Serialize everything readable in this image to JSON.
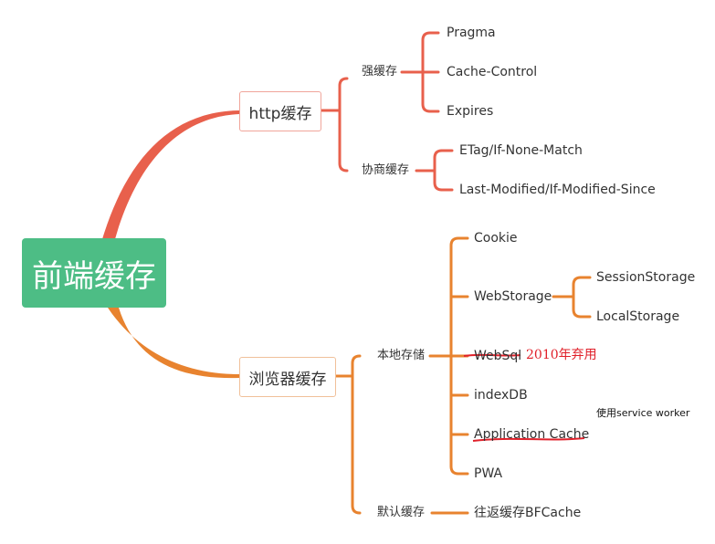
{
  "root": {
    "label": "前端缓存"
  },
  "branches": {
    "http": {
      "label": "http缓存",
      "color": "#e8604c",
      "strong": {
        "label": "强缓存",
        "items": [
          "Pragma",
          "Cache-Control",
          "Expires"
        ]
      },
      "negotiate": {
        "label": "协商缓存",
        "items": [
          "ETag/If-None-Match",
          "Last-Modified/If-Modified-Since"
        ]
      }
    },
    "browser": {
      "label": "浏览器缓存",
      "color": "#e8832f",
      "local": {
        "label": "本地存储",
        "items": {
          "cookie": "Cookie",
          "webstorage": "WebStorage",
          "websql": "WebSql",
          "indexdb": "indexDB",
          "appcache": "Application Cache",
          "pwa": "PWA"
        },
        "webstorage_children": [
          "SessionStorage",
          "LocalStorage"
        ]
      },
      "default": {
        "label": "默认缓存",
        "items": [
          "往返缓存BFCache"
        ]
      }
    }
  },
  "annotations": {
    "websql_note": "2010年弃用",
    "appcache_note": "使用service worker",
    "strike_color": "#e0202a"
  }
}
